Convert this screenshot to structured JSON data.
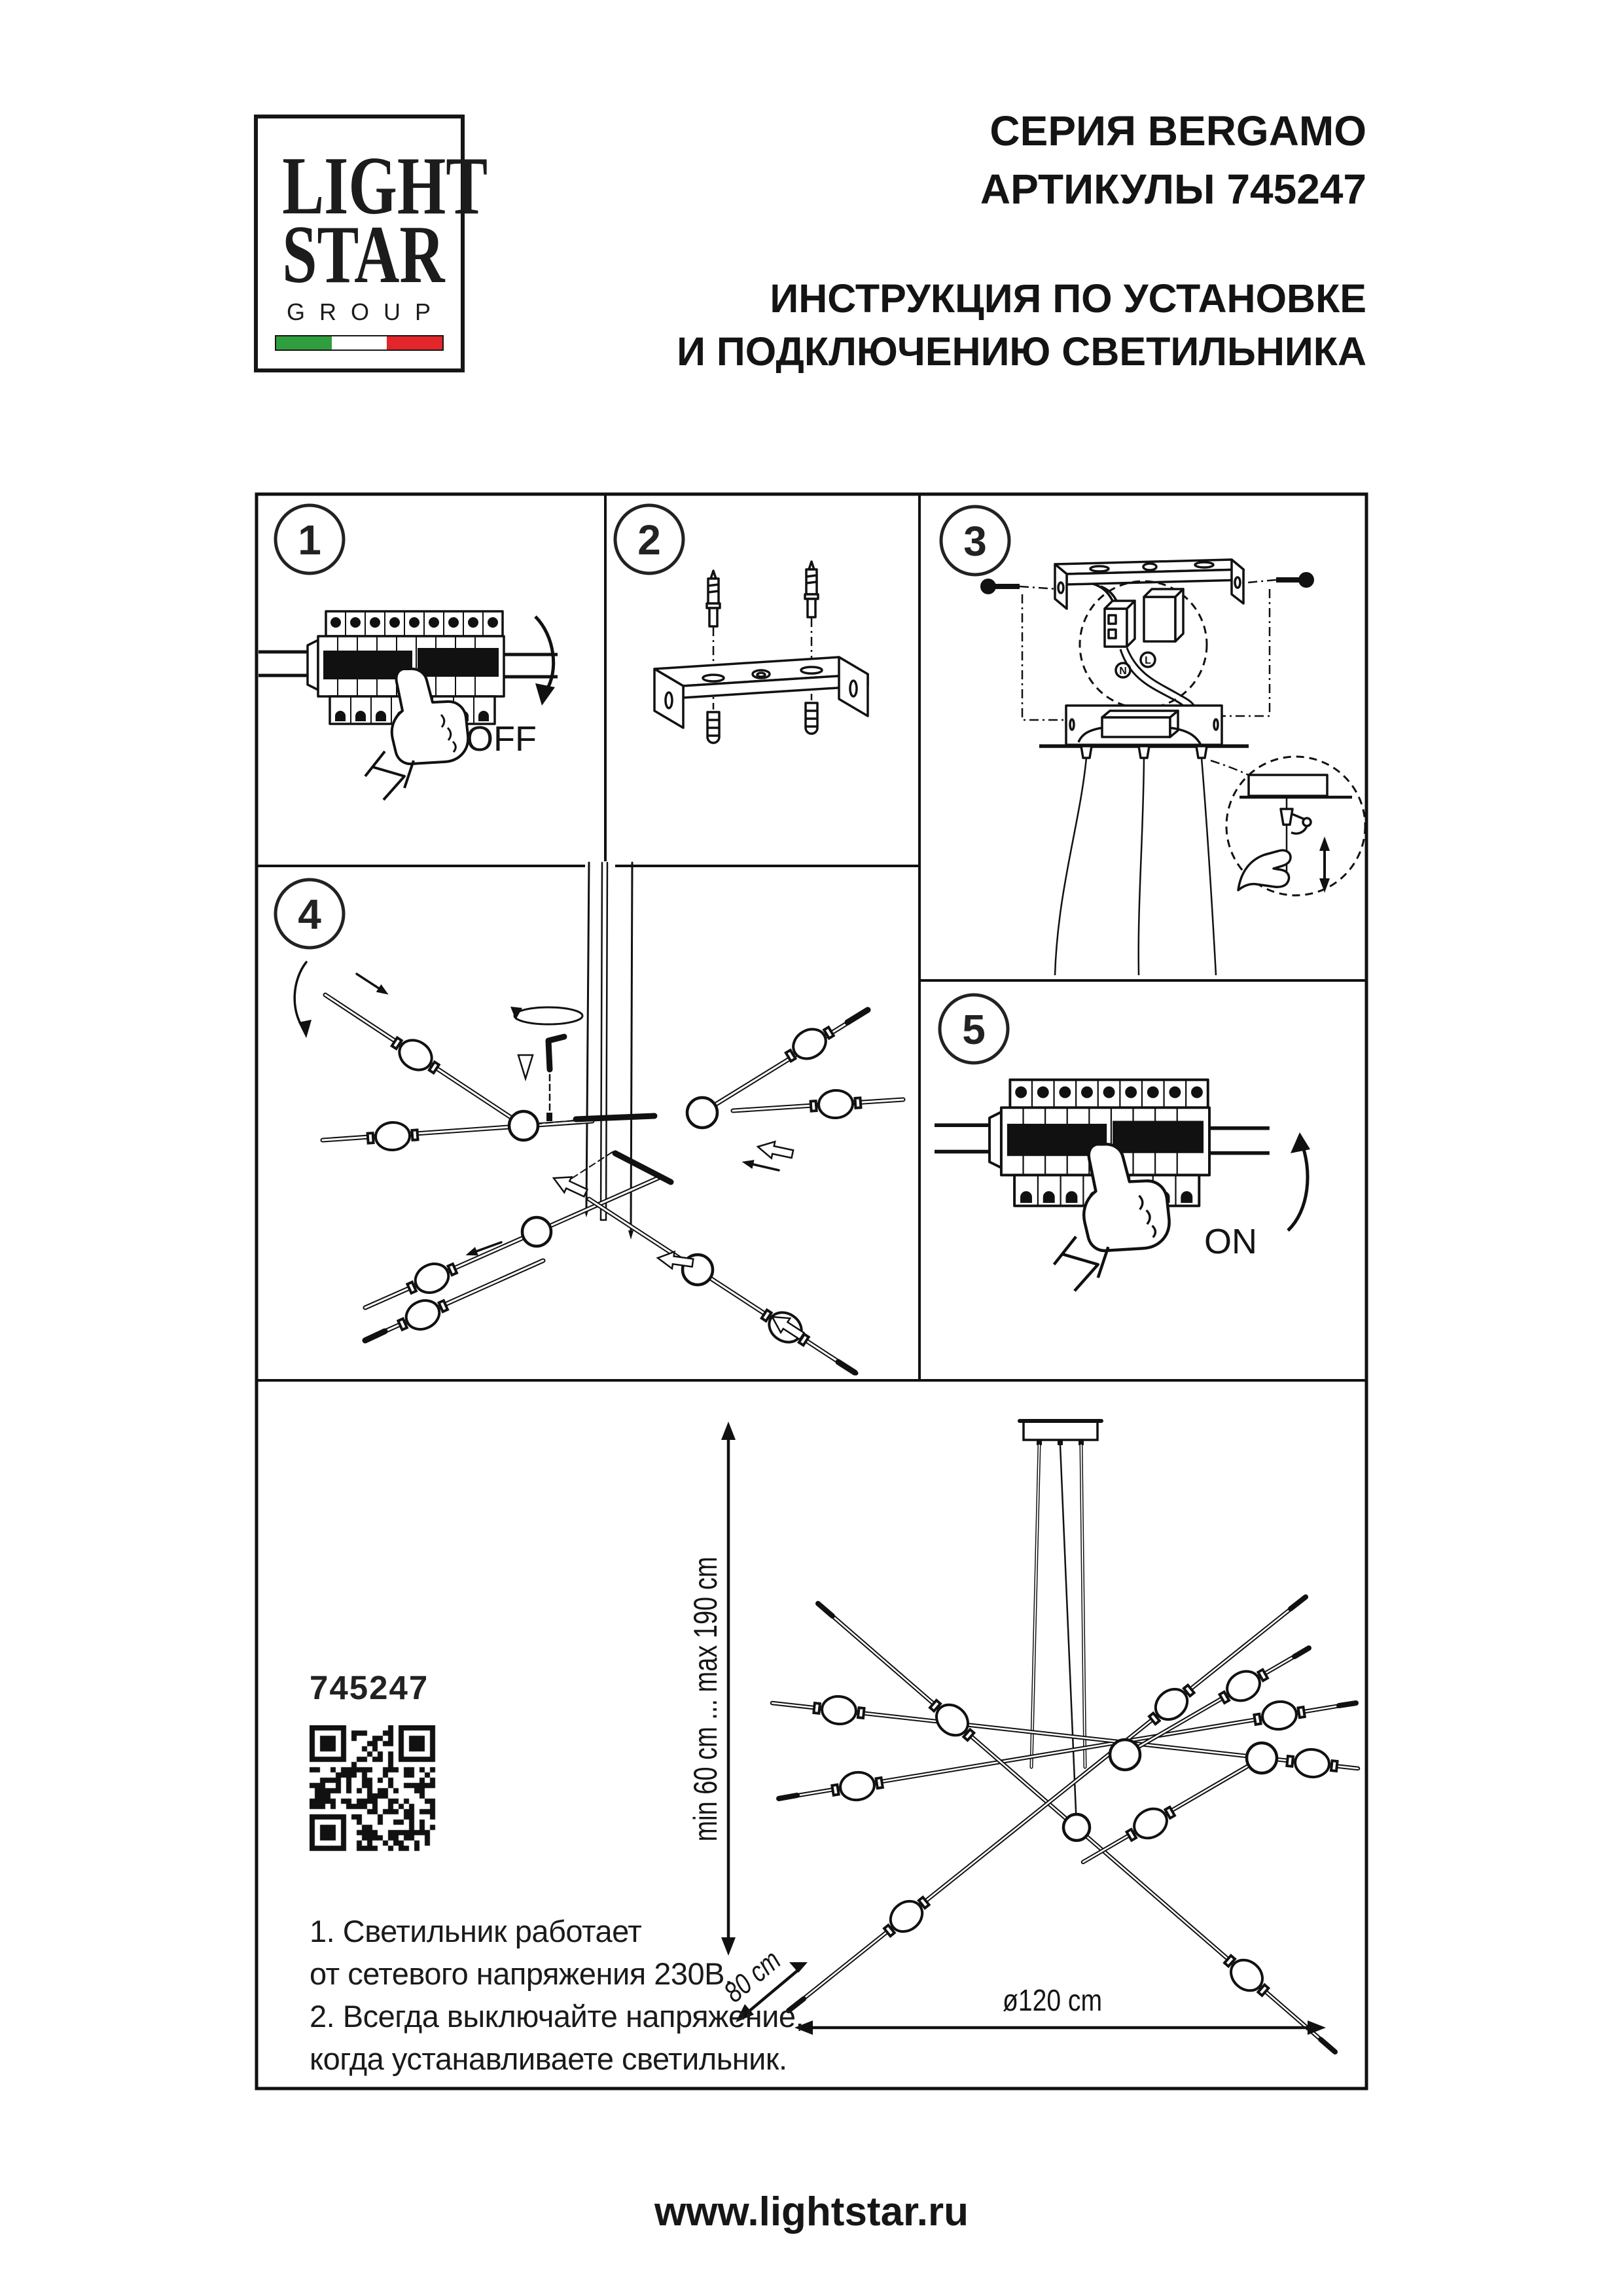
{
  "logo": {
    "line1": "LIGHT",
    "line2": "STAR",
    "line3": "GROUP",
    "flag_green": "#2f9e3f",
    "flag_white": "#ffffff",
    "flag_red": "#e2262b"
  },
  "header": {
    "series": "СЕРИЯ BERGAMO",
    "articles": "АРТИКУЛЫ 745247",
    "instruction_line1": "ИНСТРУКЦИЯ ПО УСТАНОВКЕ",
    "instruction_line2": "И ПОДКЛЮЧЕНИЮ СВЕТИЛЬНИКА"
  },
  "steps": {
    "s1": "1",
    "s2": "2",
    "s3": "3",
    "s4": "4",
    "s5": "5"
  },
  "labels": {
    "off": "OFF",
    "on": "ON",
    "neutral": "N",
    "live": "L"
  },
  "product": {
    "article": "745247"
  },
  "dimensions": {
    "height_range": "min 60 cm ... max 190 cm",
    "depth": "80 cm",
    "diameter": "ø120 cm"
  },
  "notes": {
    "line1": "1. Светильник работает",
    "line2": "от сетевого напряжения 230В.",
    "line3": "2. Всегда выключайте напряжение,",
    "line4": "когда устанавливаете светильник."
  },
  "footer": {
    "url": "www.lightstar.ru"
  }
}
